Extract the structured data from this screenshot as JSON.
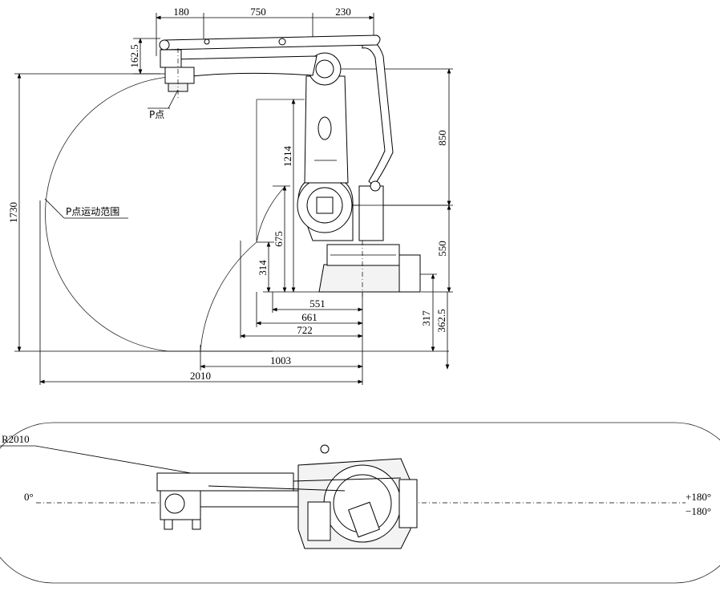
{
  "side_view": {
    "top_dims": [
      "180",
      "750",
      "230"
    ],
    "dim_162_5": "162.5",
    "dim_1730": "1730",
    "dim_1214": "1214",
    "dim_675": "675",
    "dim_314": "314",
    "dim_850": "850",
    "dim_550": "550",
    "dim_317": "317",
    "dim_362_5": "362.5",
    "dim_551": "551",
    "dim_661": "661",
    "dim_722": "722",
    "dim_1003": "1003",
    "dim_2010": "2010",
    "p_point_label": "P点",
    "p_range_label": "P点运动范围"
  },
  "top_view": {
    "radius_label": "R2010",
    "angle_0": "0°",
    "angle_pos180": "+180°",
    "angle_neg180": "−180°"
  }
}
